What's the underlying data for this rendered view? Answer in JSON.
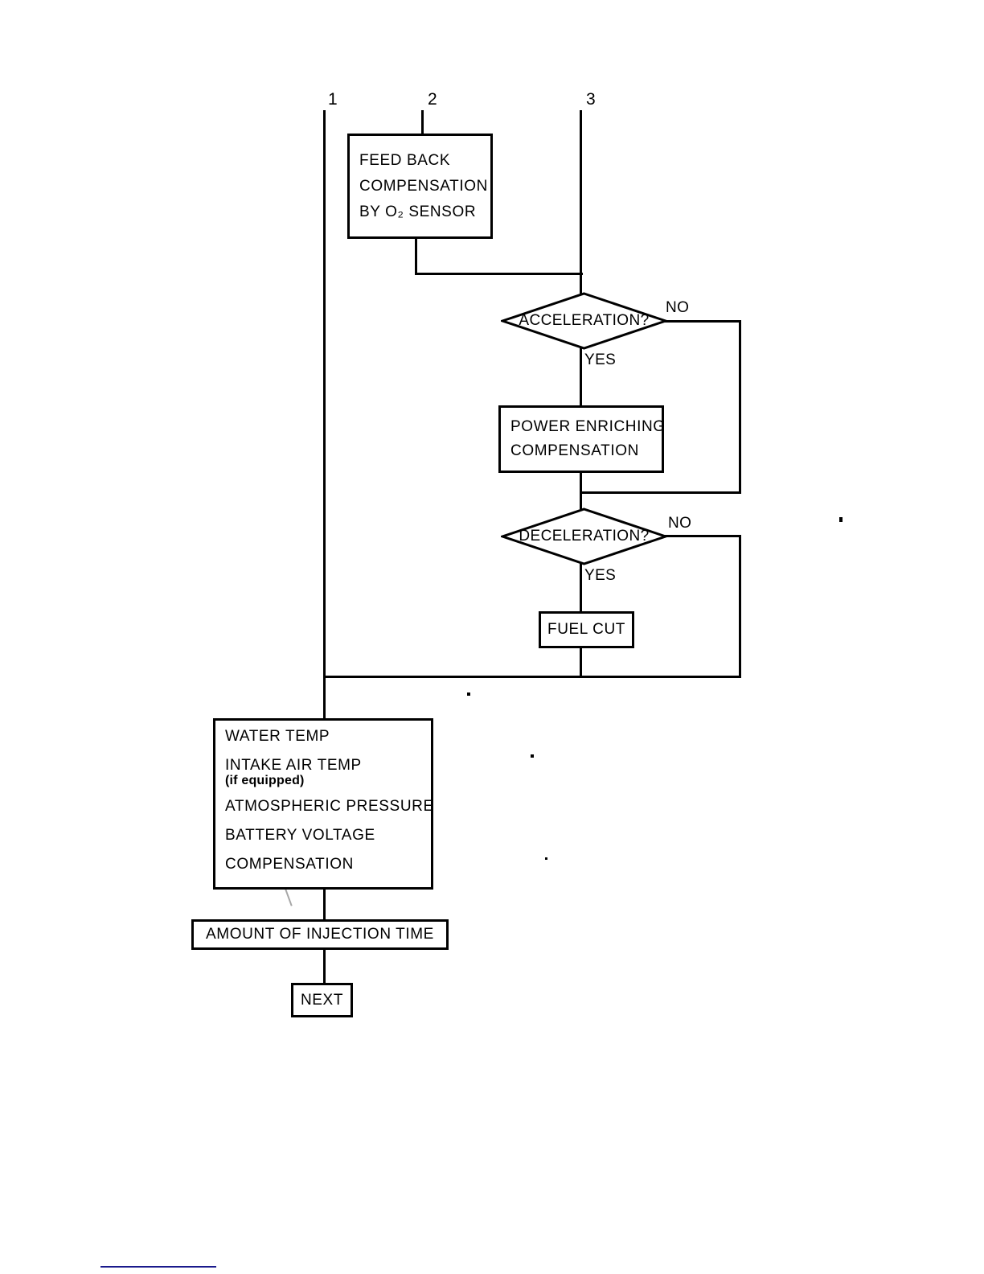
{
  "diagram": {
    "type": "flowchart",
    "title": "Fuel injection control flowchart",
    "branch_numbers": [
      {
        "label": "1"
      },
      {
        "label": "2"
      },
      {
        "label": "3"
      }
    ],
    "nodes": {
      "feedback": {
        "lines": [
          "FEED BACK",
          "COMPENSATION",
          "BY O₂ SENSOR"
        ]
      },
      "acceleration": {
        "label": "ACCELERATION?"
      },
      "power_enriching": {
        "lines": [
          "POWER ENRICHING",
          "COMPENSATION"
        ]
      },
      "deceleration": {
        "label": "DECELERATION?"
      },
      "fuel_cut": {
        "label": "FUEL CUT"
      },
      "sensor_compensation": {
        "line1": "WATER TEMP",
        "line2": "INTAKE AIR TEMP",
        "line2_note": "(if equipped)",
        "line3": "ATMOSPHERIC PRESSURE",
        "line4": "BATTERY VOLTAGE",
        "line5": "COMPENSATION"
      },
      "injection_time": {
        "label": "AMOUNT OF INJECTION TIME"
      },
      "next": {
        "label": "NEXT"
      }
    },
    "edge_labels": {
      "accel_no": "NO",
      "accel_yes": "YES",
      "decel_no": "NO",
      "decel_yes": "YES"
    },
    "colors": {
      "stroke": "#000000",
      "background": "#ffffff",
      "footer_rule": "#1a1a8c"
    }
  }
}
